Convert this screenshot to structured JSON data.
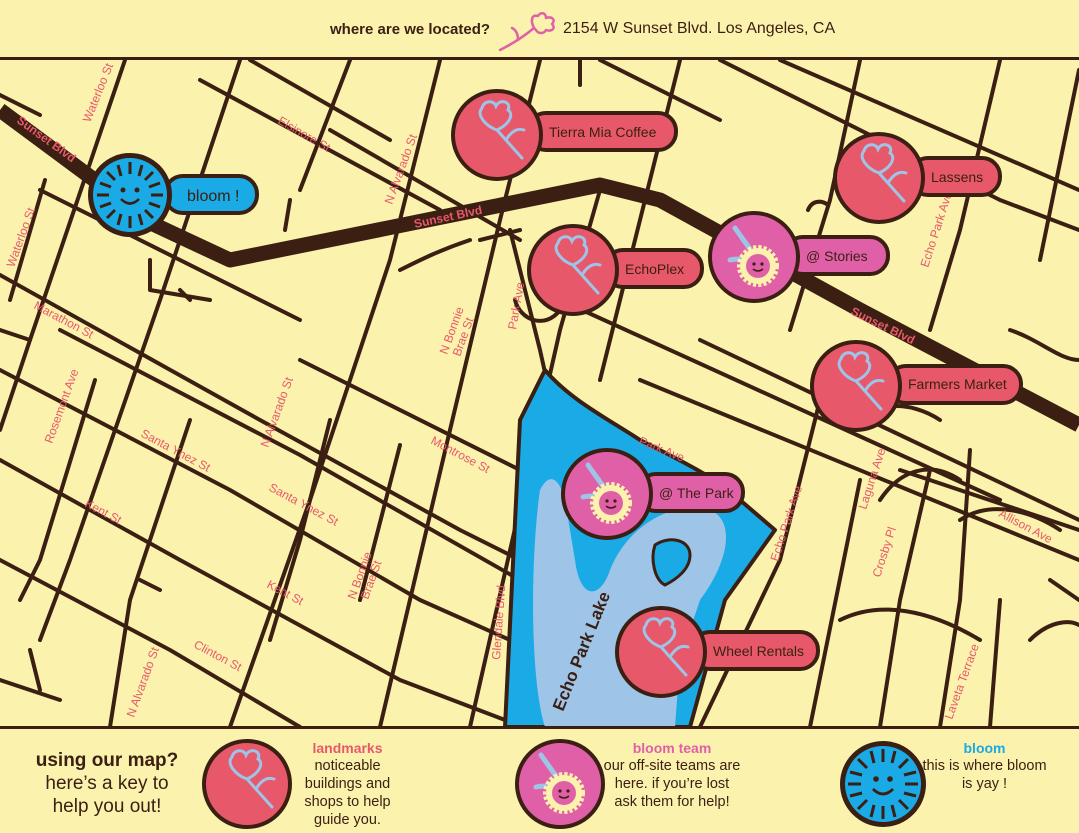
{
  "header": {
    "question": "where are we located?",
    "address": "2154 W Sunset Blvd. Los Angeles, CA"
  },
  "streets": {
    "sunset1": "Sunset Blvd",
    "sunset2": "Sunset Blvd",
    "sunset3": "Sunset Blvd",
    "waterloo1": "Waterloo St",
    "waterloo2": "Waterloo St",
    "elsinore": "Elsinore St",
    "alvarado1": "N Alvarado St",
    "alvarado2": "N Alvarado St",
    "alvarado3": "N Alvarado St",
    "marathon": "Marathon St",
    "rosemont": "Rosemont Ave",
    "santaynez1": "Santa Ynez St",
    "santaynez2": "Santa Ynez St",
    "kent1": "Kent St",
    "kent2": "Kent St",
    "clinton": "Clinton St",
    "bonnie1a": "N Bonnie",
    "bonnie1b": "Brae St",
    "bonnie2a": "N Bonnie",
    "bonnie2b": "Brae St",
    "montrose": "Montrose St",
    "parkave1": "Park Ave",
    "parkave2": "Park Ave",
    "glendale": "Glendale Blvd",
    "echopark1": "Echo Park Ave",
    "echopark2": "Echo Park Ave",
    "laguna": "Laguna Ave",
    "crosby": "Crosby Pl",
    "allison": "Allison Ave",
    "laveta": "Laveta Terrace",
    "lake": "Echo Park Lake"
  },
  "markers": {
    "bloom": "bloom !",
    "tierra": "Tierra Mia Coffee",
    "lassens": "Lassens",
    "echoplex": "EchoPlex",
    "stories": "@ Stories",
    "farmers": "Farmers Market",
    "thepark": "@ The Park",
    "wheel": "Wheel Rentals"
  },
  "legend": {
    "intro_line1": "using our map?",
    "intro_line2": "here’s a key to",
    "intro_line3": "help you out!",
    "landmarks_title": "landmarks",
    "landmarks_text": "noticeable buildings and shops to help guide you.",
    "team_title": "bloom team",
    "team_text": "our off-site teams are here. if you’re lost ask them for help!",
    "bloom_title": "bloom",
    "bloom_text": "this is where bloom is yay !"
  },
  "colors": {
    "background": "#fbf2ad",
    "road": "#3b1f12",
    "landmark": "#e7596a",
    "team": "#e060a7",
    "bloom": "#1aaae5",
    "lake": "#1aaae5",
    "lake_inner": "#9ec4e8",
    "flower": "#9ec4e8"
  }
}
